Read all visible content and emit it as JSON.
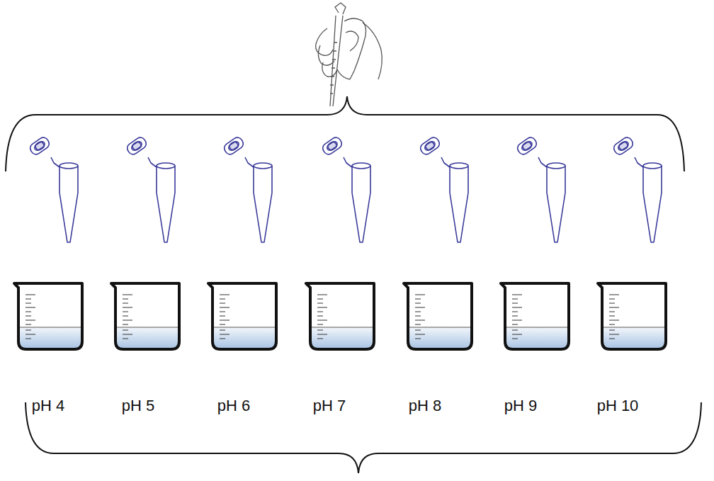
{
  "diagram": {
    "labels": [
      "pH 4",
      "pH 5",
      "pH 6",
      "pH 7",
      "pH 8",
      "pH 9",
      "pH 10"
    ]
  }
}
